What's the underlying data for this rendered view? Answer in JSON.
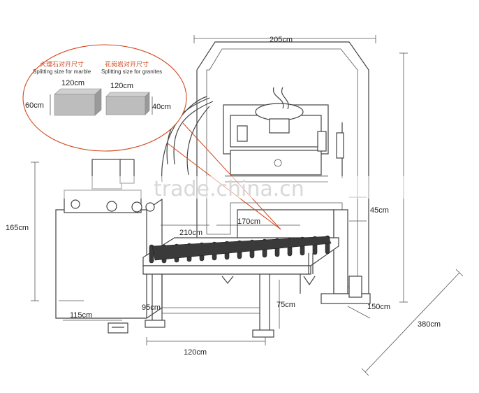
{
  "inset": {
    "marble_cn": "大理石对开尺寸",
    "marble_en": "Splitting size for marble",
    "granite_cn": "花岗岩对开尺寸",
    "granite_en": "Splitting size for granites",
    "marble_width": "120cm",
    "marble_height": "60cm",
    "granite_width": "120cm",
    "granite_height": "40cm"
  },
  "dimensions": {
    "frame_width": "205cm",
    "tank_height": "165cm",
    "head_height": "45cm",
    "table_length": "210cm",
    "feed_length": "170cm",
    "tank_width": "115cm",
    "pedal_offset": "95cm",
    "table_height": "75cm",
    "base_depth": "150cm",
    "overall_depth": "380cm",
    "table_width": "120cm"
  },
  "watermark": "trade.china.cn",
  "colors": {
    "accent": "#d24a1e",
    "line": "#444444",
    "roller": "#3a3a3a"
  }
}
